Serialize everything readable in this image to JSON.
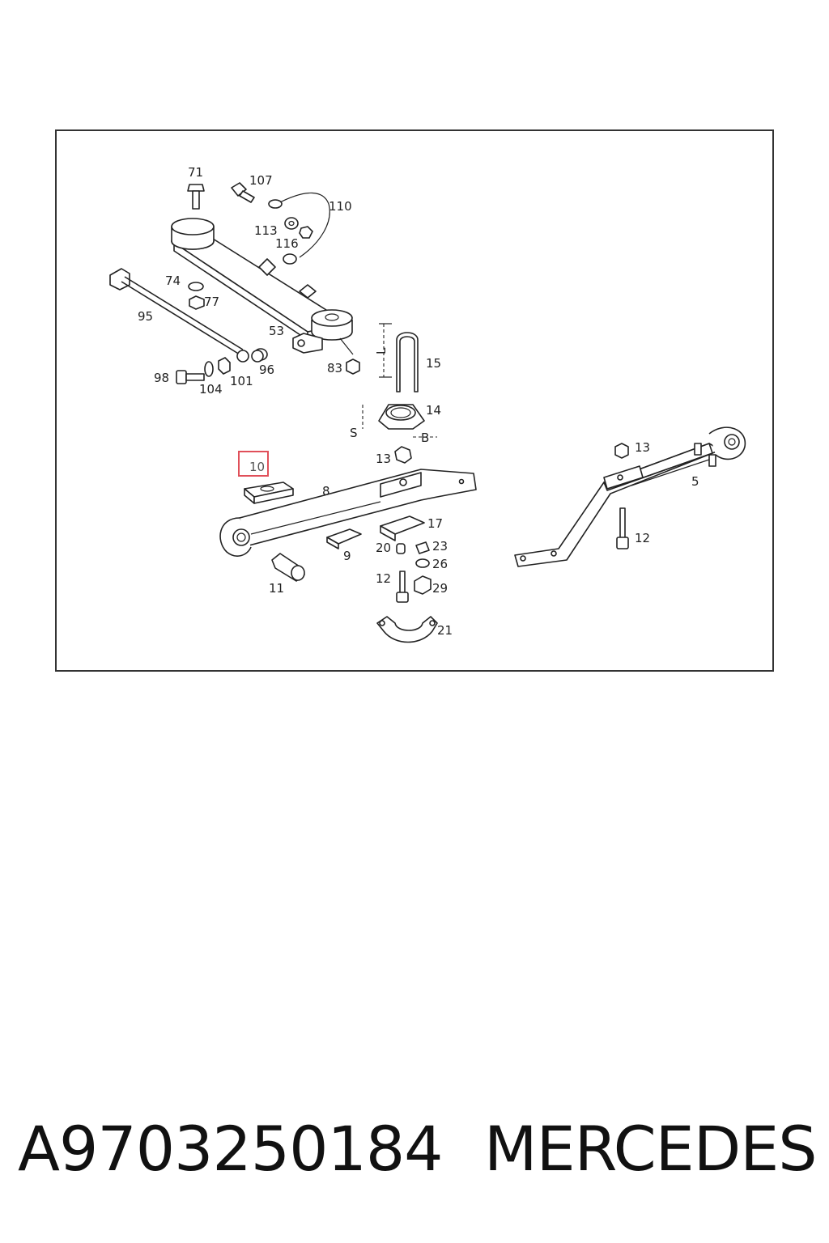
{
  "diagram": {
    "callouts": [
      {
        "id": "c71",
        "text": "71"
      },
      {
        "id": "c107",
        "text": "107"
      },
      {
        "id": "c110",
        "text": "110"
      },
      {
        "id": "c113",
        "text": "113"
      },
      {
        "id": "c116",
        "text": "116"
      },
      {
        "id": "c74",
        "text": "74"
      },
      {
        "id": "c77",
        "text": "77"
      },
      {
        "id": "c95",
        "text": "95"
      },
      {
        "id": "c53",
        "text": "53"
      },
      {
        "id": "c98",
        "text": "98"
      },
      {
        "id": "c104",
        "text": "104"
      },
      {
        "id": "c101",
        "text": "101"
      },
      {
        "id": "c96",
        "text": "96"
      },
      {
        "id": "c83",
        "text": "83"
      },
      {
        "id": "c15",
        "text": "15"
      },
      {
        "id": "cL",
        "text": "L"
      },
      {
        "id": "c14",
        "text": "14"
      },
      {
        "id": "cS",
        "text": "S"
      },
      {
        "id": "cB",
        "text": "B"
      },
      {
        "id": "c13a",
        "text": "13"
      },
      {
        "id": "c13b",
        "text": "13"
      },
      {
        "id": "c5",
        "text": "5"
      },
      {
        "id": "c8",
        "text": "8"
      },
      {
        "id": "c17",
        "text": "17"
      },
      {
        "id": "c9",
        "text": "9"
      },
      {
        "id": "c20",
        "text": "20"
      },
      {
        "id": "c23",
        "text": "23"
      },
      {
        "id": "c26",
        "text": "26"
      },
      {
        "id": "c12a",
        "text": "12"
      },
      {
        "id": "c12b",
        "text": "12"
      },
      {
        "id": "c29",
        "text": "29"
      },
      {
        "id": "c11",
        "text": "11"
      },
      {
        "id": "c21",
        "text": "21"
      }
    ],
    "highlighted_callout": "10",
    "highlight_color": "#e0505a"
  },
  "footer": {
    "part_number": "A9703250184",
    "brand": "MERCEDES"
  }
}
